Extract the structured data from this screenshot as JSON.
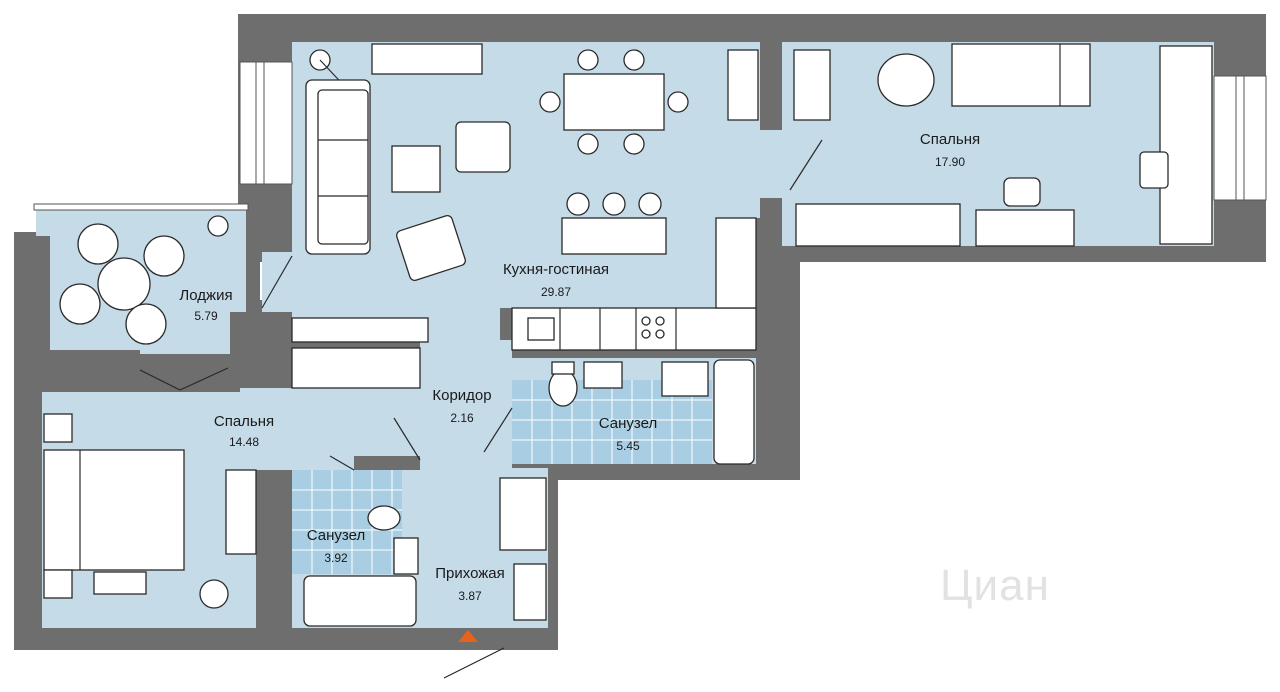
{
  "rooms": [
    {
      "id": "kitchen-living",
      "name": "Кухня-гостиная",
      "area": "29.87"
    },
    {
      "id": "bedroom-east",
      "name": "Спальня",
      "area": "17.90"
    },
    {
      "id": "loggia",
      "name": "Лоджия",
      "area": "5.79"
    },
    {
      "id": "bedroom-west",
      "name": "Спальня",
      "area": "14.48"
    },
    {
      "id": "corridor",
      "name": "Коридор",
      "area": "2.16"
    },
    {
      "id": "bathroom-main",
      "name": "Санузел",
      "area": "5.45"
    },
    {
      "id": "bathroom-small",
      "name": "Санузел",
      "area": "3.92"
    },
    {
      "id": "hallway",
      "name": "Прихожая",
      "area": "3.87"
    }
  ],
  "watermark": "Циан",
  "colors": {
    "floor": "#c5dbe8",
    "wall": "#6e6e6e",
    "entrance_marker": "#e8621a",
    "tile": "#a9cde2"
  }
}
